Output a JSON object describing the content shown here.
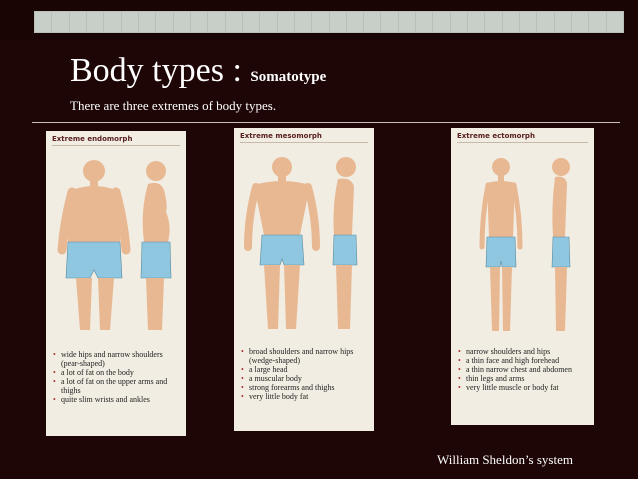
{
  "slide": {
    "title": "Body types : ",
    "title_sub": "Somatotype",
    "subtitle": "There are three extremes of body types.",
    "caption": "William Sheldon’s system"
  },
  "panels": [
    {
      "heading": "Extreme endomorph",
      "traits": [
        "wide hips and narrow shoulders (pear-shaped)",
        "a lot of fat on the body",
        "a lot of fat on the upper arms and thighs",
        "quite slim wrists and ankles"
      ]
    },
    {
      "heading": "Extreme mesomorph",
      "traits": [
        "broad shoulders and narrow hips (wedge-shaped)",
        "a large head",
        "a muscular body",
        "strong forearms and thighs",
        "very little body fat"
      ]
    },
    {
      "heading": "Extreme ectomorph",
      "traits": [
        "narrow shoulders and hips",
        "a thin face and high forehead",
        "a thin narrow chest and abdomen",
        "thin legs and arms",
        "very little muscle or body fat"
      ]
    }
  ],
  "colors": {
    "background": "#1e0606",
    "panel": "#f1ede2",
    "shorts": "#8fc7e0",
    "skin": "#e8b892"
  }
}
